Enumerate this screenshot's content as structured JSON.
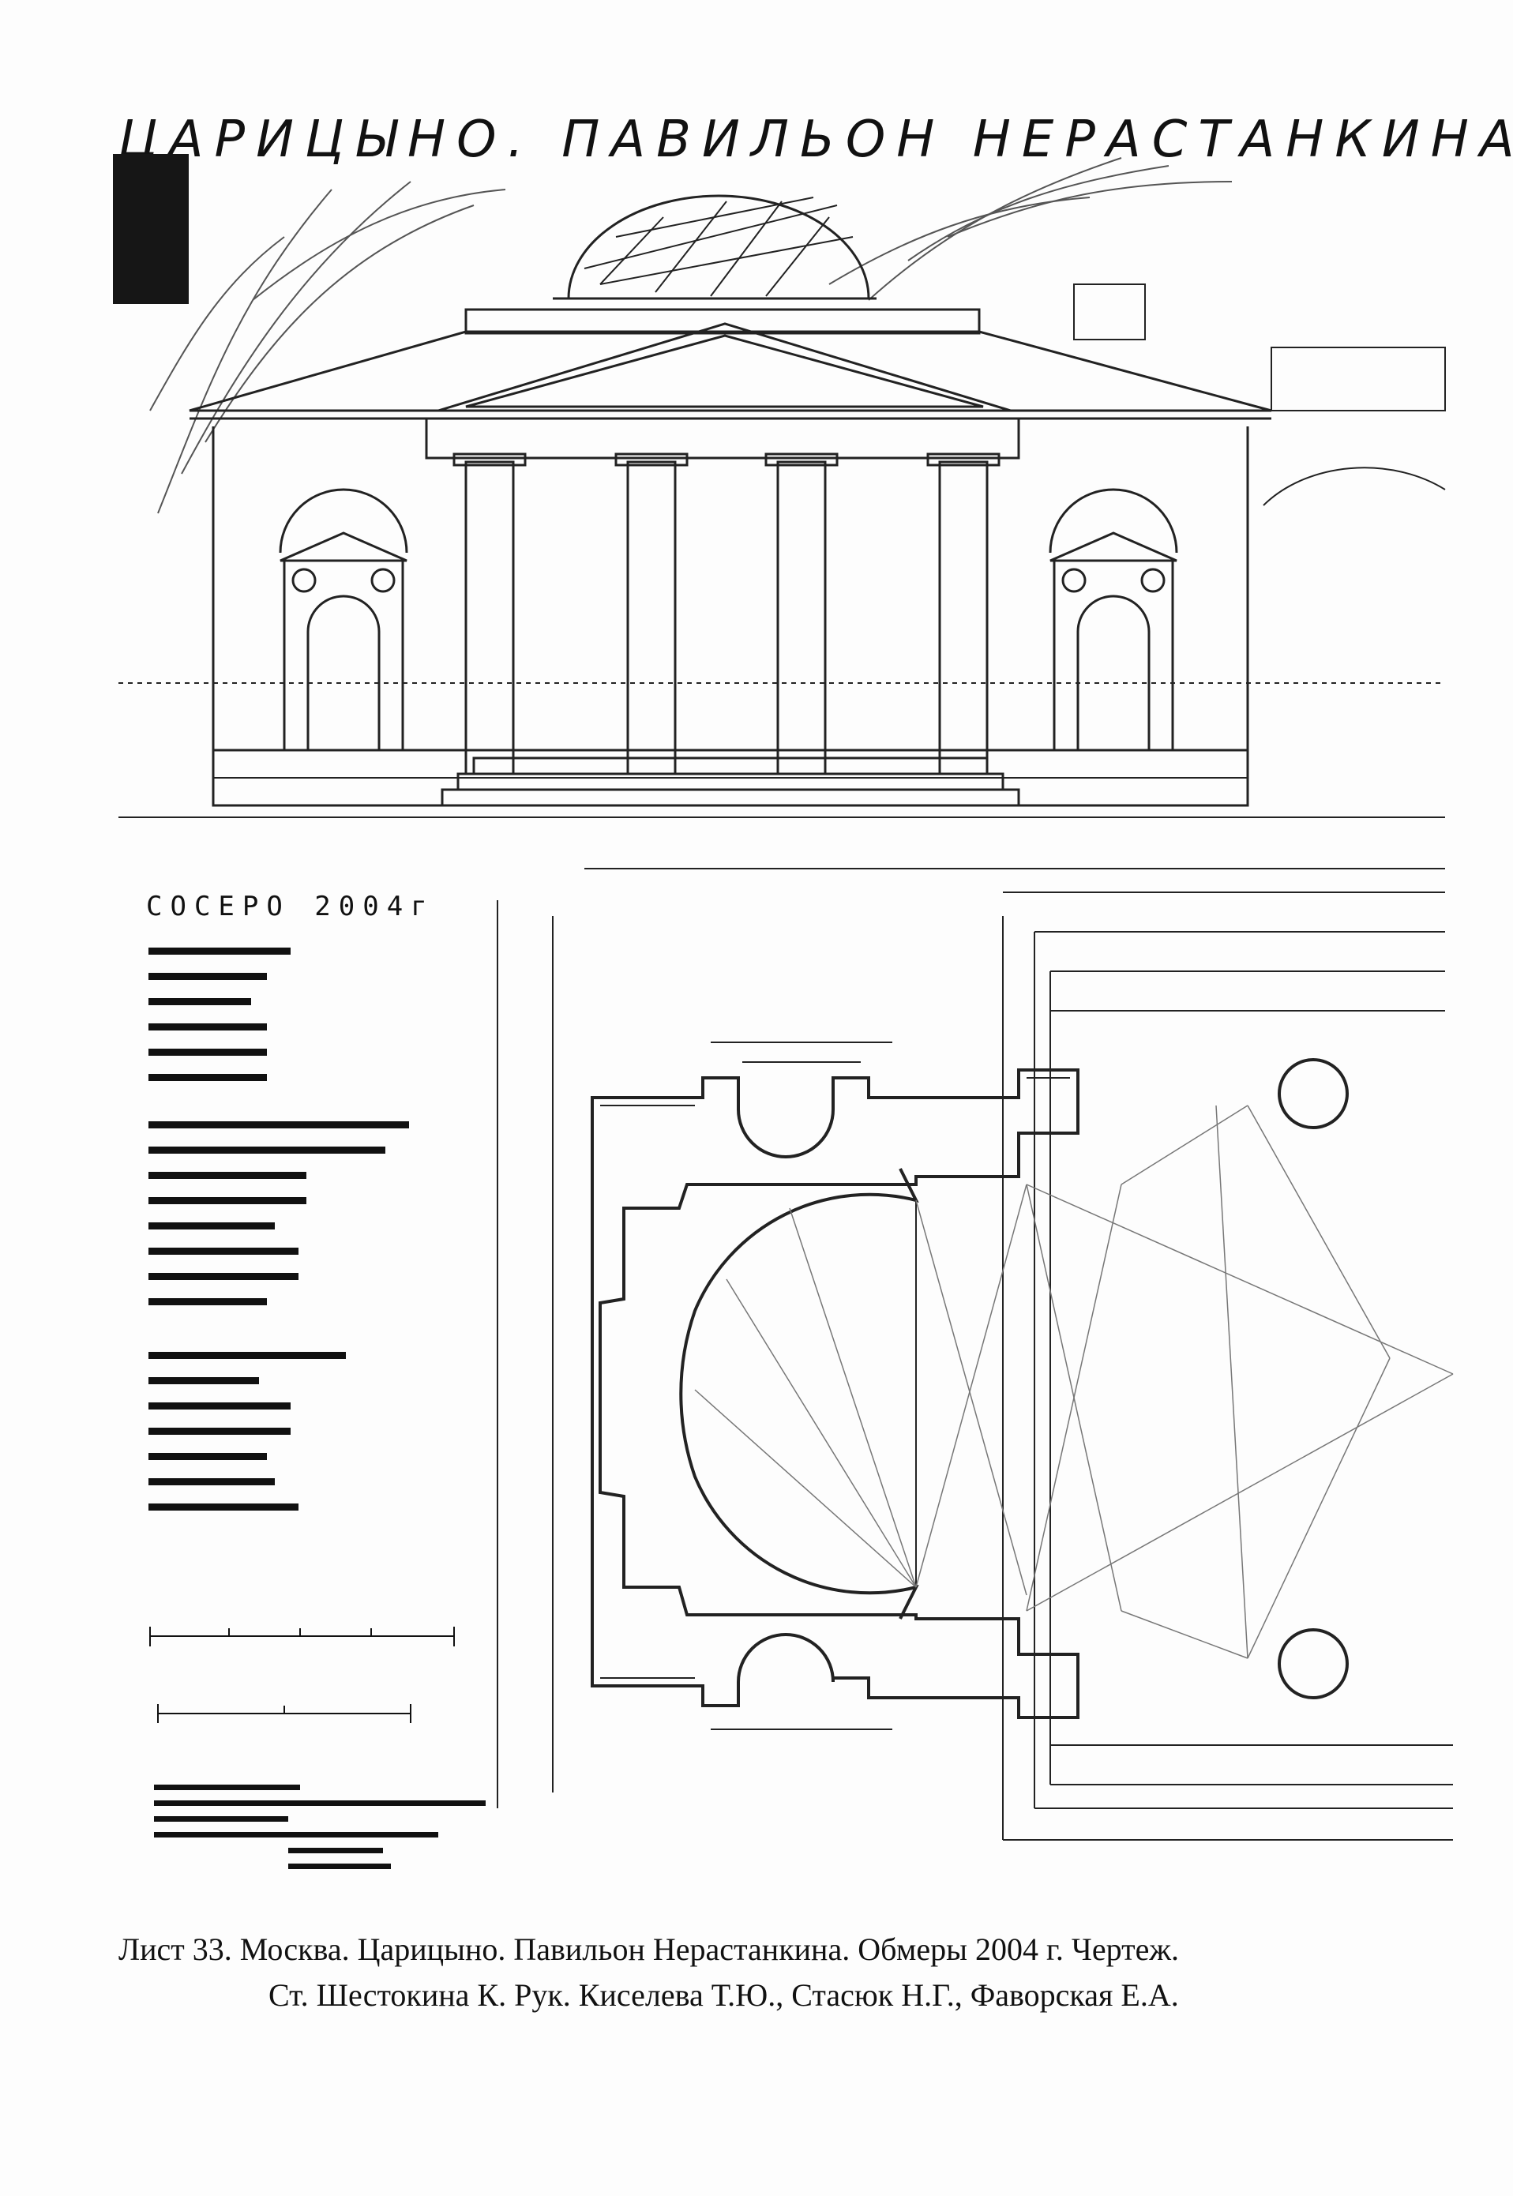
{
  "sheet": {
    "title": "ЦАРИЦЫНО. ПАВИЛЬОН НЕРАСТАНКИНА",
    "legend_header": "СОСЕРО 2004г"
  },
  "caption": {
    "line1": "Лист 33. Москва. Царицыно. Павильон Нерастанкина. Обмеры 2004 г. Чертеж.",
    "line2": "Ст. Шестокина К. Рук. Киселева Т.Ю., Стасюк Н.Г., Фаворская Е.А."
  },
  "colors": {
    "ink": "#111111",
    "paper": "#fdfdfd"
  }
}
